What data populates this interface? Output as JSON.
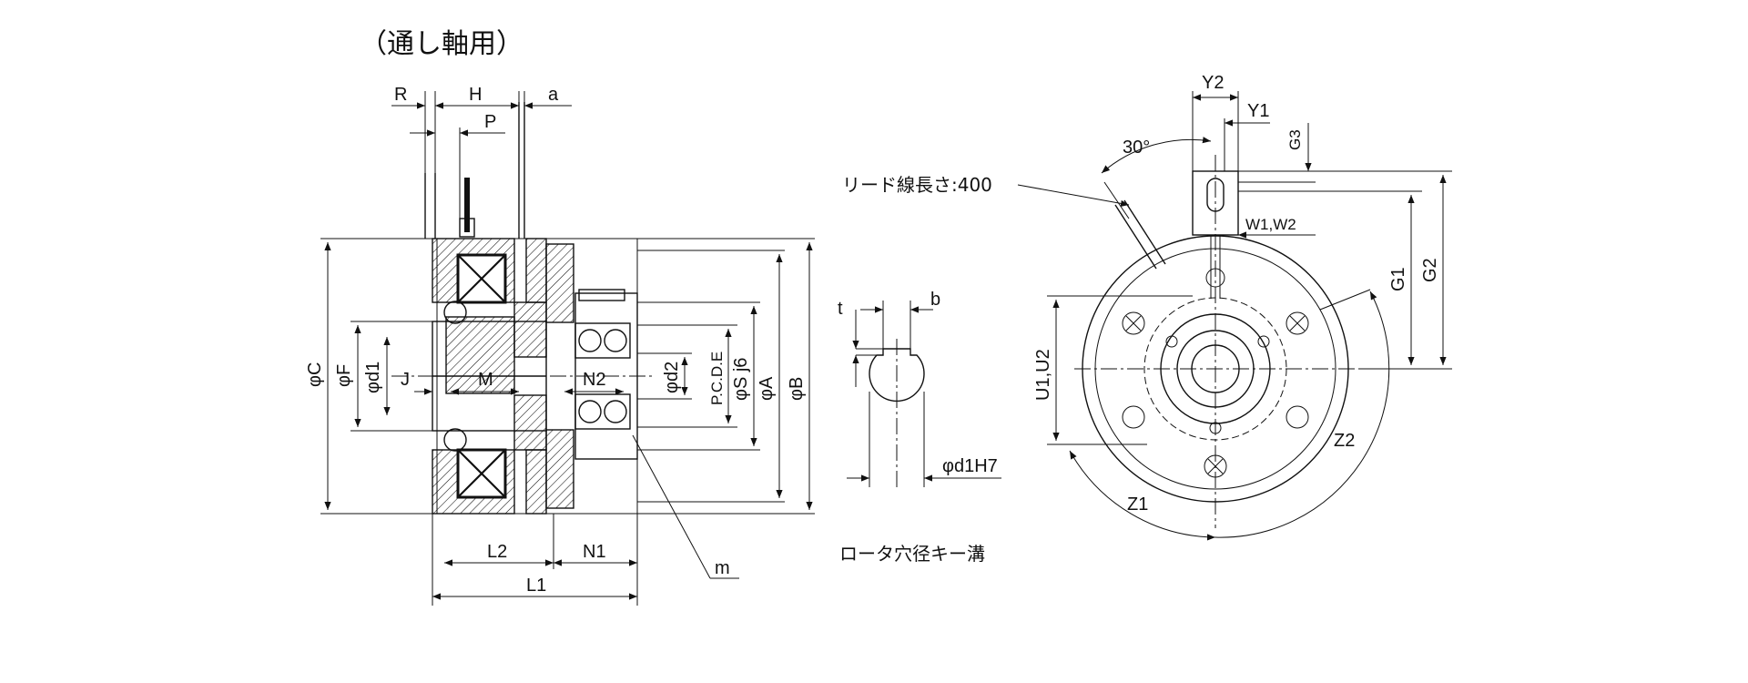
{
  "title": "（通し軸用）",
  "side_view": {
    "labels": {
      "R": "R",
      "H": "H",
      "a": "a",
      "P": "P",
      "phiC": "φC",
      "phiF": "φF",
      "phid1": "φd1",
      "J": "J",
      "M": "M",
      "N2": "N2",
      "phid2": "φd2",
      "PCDE": "P.C.D.E",
      "phiSj6": "φS j6",
      "phiA": "φA",
      "phiB": "φB",
      "L2": "L2",
      "N1": "N1",
      "L1": "L1",
      "m": "m"
    }
  },
  "keyway_view": {
    "labels": {
      "t": "t",
      "b": "b",
      "d1H7": "φd1H7"
    },
    "caption": "ロータ穴径キー溝"
  },
  "front_view": {
    "labels": {
      "Y2": "Y2",
      "Y1": "Y1",
      "G3": "G3",
      "angle": "30°",
      "lead": "リード線長さ:400",
      "W": "W1,W2",
      "G1": "G1",
      "G2": "G2",
      "U": "U1,U2",
      "Z2": "Z2",
      "Z1": "Z1"
    }
  }
}
